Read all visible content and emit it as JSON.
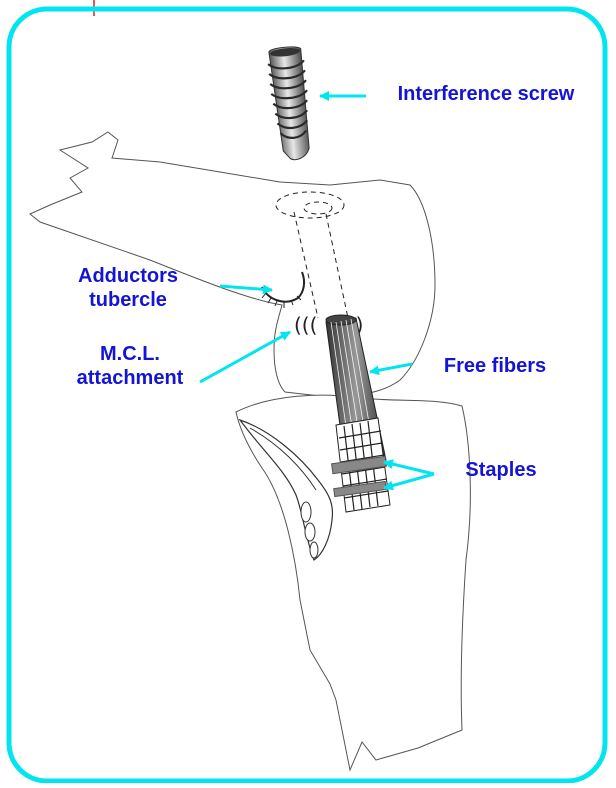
{
  "labels": {
    "interference_screw": "Interference screw",
    "adductors_tubercle_line1": "Adductors",
    "adductors_tubercle_line2": "tubercle",
    "mcl_line1": "M.C.L.",
    "mcl_line2": "attachment",
    "free_fibers": "Free fibers",
    "staples": "Staples"
  },
  "colors": {
    "frame": "#00e5f0",
    "arrow": "#00e5f0",
    "label": "#1414d6",
    "corner_mark": "#e0201b",
    "outline": "#444444",
    "staple": "#888888"
  }
}
